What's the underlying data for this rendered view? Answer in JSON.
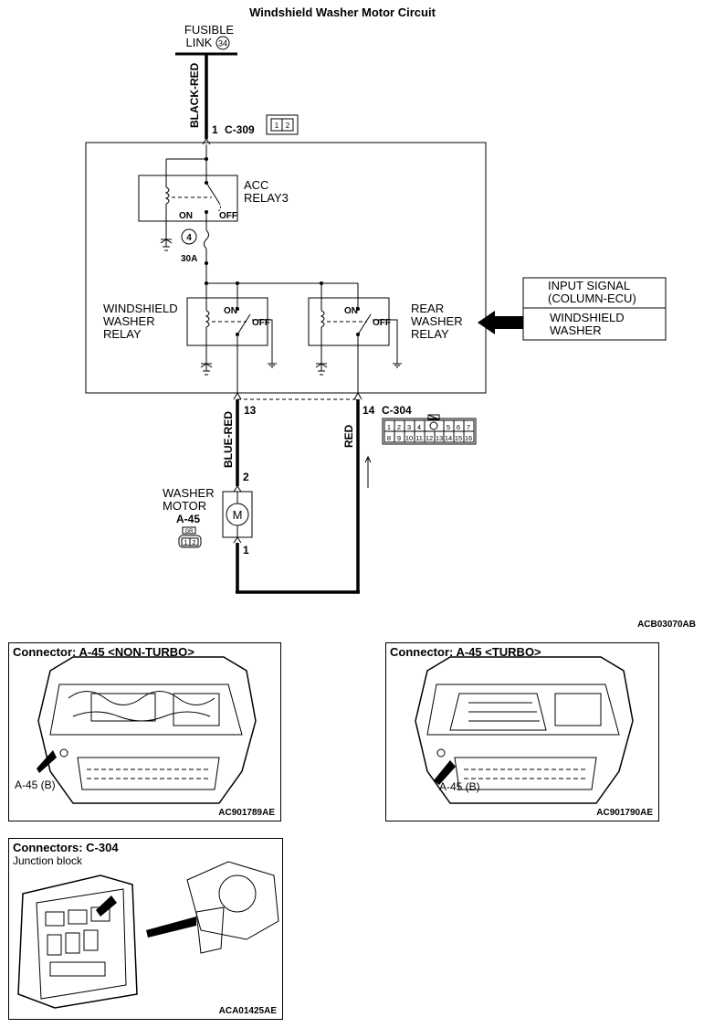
{
  "title": "Windshield Washer Motor Circuit",
  "fusible_link": {
    "label_line1": "FUSIBLE",
    "label_line2": "LINK",
    "number": "34"
  },
  "wires": {
    "black_red": "BLACK-RED",
    "blue_red": "BLUE-RED",
    "red": "RED"
  },
  "connector_c309": {
    "pin": "1",
    "name": "C-309",
    "pins": [
      "1",
      "2"
    ]
  },
  "acc_relay": {
    "line1": "ACC",
    "line2": "RELAY3",
    "on": "ON",
    "off": "OFF"
  },
  "fuse": {
    "number": "4",
    "rating": "30A"
  },
  "windshield_relay": {
    "line1": "WINDSHIELD",
    "line2": "WASHER",
    "line3": "RELAY",
    "on": "ON",
    "off": "OFF"
  },
  "rear_relay": {
    "line1": "REAR",
    "line2": "WASHER",
    "line3": "RELAY",
    "on": "ON",
    "off": "OFF"
  },
  "input_signal": {
    "line1": "INPUT SIGNAL",
    "line2": "(COLUMN-ECU)",
    "line3": "WINDSHIELD",
    "line4": "WASHER"
  },
  "connector_c304": {
    "pin_left": "13",
    "pin_right": "14",
    "name": "C-304",
    "row1": [
      "1",
      "2",
      "3",
      "4",
      "",
      "5",
      "6",
      "7"
    ],
    "row2": [
      "8",
      "9",
      "10",
      "11",
      "12",
      "13",
      "14",
      "15",
      "16"
    ]
  },
  "washer_motor": {
    "line1": "WASHER",
    "line2": "MOTOR",
    "connector": "A-45",
    "pin_top": "2",
    "pin_bottom": "1",
    "motor_symbol": "M",
    "gr_label": "GR",
    "pins": [
      "1",
      "2"
    ]
  },
  "diagram_code": "ACB03070AB",
  "panels": [
    {
      "title": "Connector: A-45 <NON-TURBO>",
      "label": "A-45 (B)",
      "code": "AC901789AE"
    },
    {
      "title": "Connector: A-45 <TURBO>",
      "label": "A-45 (B)",
      "code": "AC901790AE"
    },
    {
      "title": "Connectors: C-304",
      "subtitle": "Junction block",
      "code": "ACA01425AE"
    }
  ]
}
